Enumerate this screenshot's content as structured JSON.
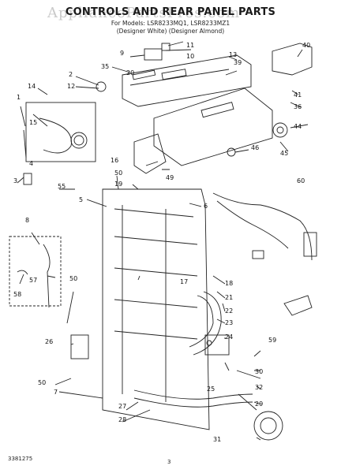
{
  "header": {
    "title": "CONTROLS AND REAR PANEL PARTS",
    "model_line": "For Models: LSR8233MQ1, LSR8233MZ1",
    "color_line": "(Designer White) (Designer Almond)"
  },
  "watermark": "AppliancePartsPros.com",
  "footer": {
    "doc_number": "3381275",
    "page": "3"
  },
  "callouts": [
    "1",
    "2",
    "3",
    "4",
    "5",
    "6",
    "7",
    "8",
    "9",
    "10",
    "11",
    "12",
    "13",
    "14",
    "15",
    "16",
    "17",
    "18",
    "19",
    "20",
    "21",
    "22",
    "23",
    "24",
    "25",
    "26",
    "27",
    "28",
    "29",
    "30",
    "31",
    "32",
    "35",
    "36",
    "39",
    "40",
    "41",
    "44",
    "45",
    "46",
    "49",
    "50",
    "50",
    "50",
    "55",
    "57",
    "58",
    "59",
    "60"
  ],
  "colors": {
    "line": "#222222",
    "background": "#ffffff",
    "watermark": "#b9b9b9"
  }
}
